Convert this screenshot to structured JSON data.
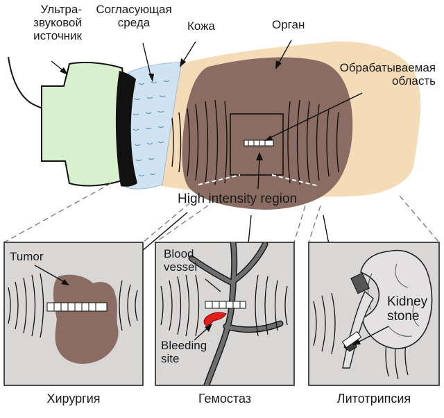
{
  "labels": {
    "source_line1": "Ультра-",
    "source_line2": "звуковой",
    "source_line3": "источник",
    "medium_line1": "Согласующая",
    "medium_line2": "среда",
    "skin": "Кожа",
    "organ": "Орган",
    "target_line1": "Обрабатываемая",
    "target_line2": "область",
    "high_intensity": "High intensity region"
  },
  "panels": [
    {
      "caption": "Хирургия",
      "labels": [
        "Tumor"
      ]
    },
    {
      "caption": "Гемостаз",
      "labels": [
        "Blood",
        "vessel",
        "Bleeding",
        "site"
      ]
    },
    {
      "caption": "Литотрипсия",
      "labels": [
        "Kidney",
        "stone"
      ]
    }
  ],
  "colors": {
    "organ": "#8a6c62",
    "skin": "#f5dcb8",
    "medium": "#cfe3f2",
    "transducer": "#d9f0cf",
    "panel_bg": "#d9d7d6",
    "blood_vessel": "#6f6f6f",
    "bleeding": "#e0201b",
    "kidney": "#e3e1e1",
    "stroke": "#222222"
  }
}
